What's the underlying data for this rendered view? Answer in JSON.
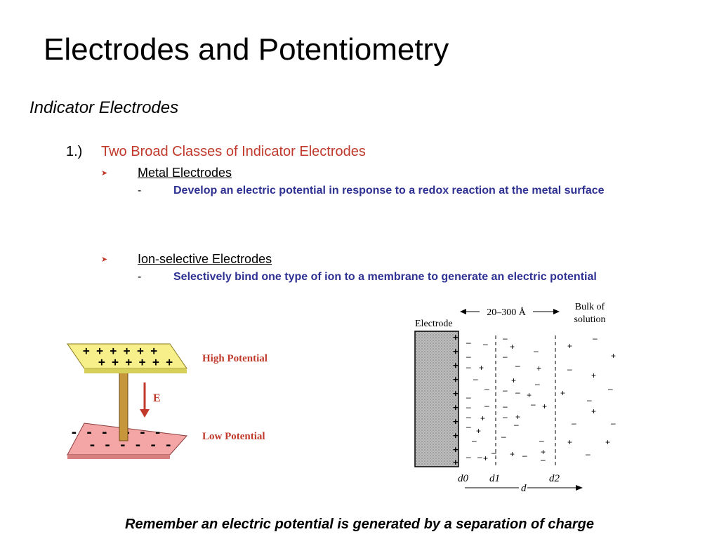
{
  "title": "Electrodes and Potentiometry",
  "subtitle": "Indicator Electrodes",
  "item": {
    "number": "1.)",
    "text": "Two Broad Classes of Indicator Electrodes",
    "bullets": [
      {
        "label": "Metal Electrodes",
        "dash": "-",
        "description": "Develop an electric potential in response to a redox reaction at the metal surface"
      },
      {
        "label": "Ion-selective Electrodes",
        "dash": "-",
        "description": "Selectively bind one type of ion to a membrane to generate an electric potential"
      }
    ]
  },
  "capacitor_figure": {
    "high_label": "High Potential",
    "low_label": "Low Potential",
    "field_label": "E",
    "top_plate_signs": "+ + + + + + + + + + + +",
    "bottom_plate_signs": "- - - - - - - - - - - -"
  },
  "double_layer_figure": {
    "electrode_label": "Electrode",
    "thickness_label": "20–300 Å",
    "bulk_label_line1": "Bulk of",
    "bulk_label_line2": "solution",
    "d0_label": "d0",
    "d1_label": "d1",
    "d2_label": "d2",
    "d_label": "d"
  },
  "footer": "Remember an electric potential is generated by a separation of charge",
  "colors": {
    "item_text": "#c0392b",
    "description": "#2e3192",
    "high_potential_plate": "#f7f08a",
    "low_potential_plate": "#f4a6a6",
    "label_red": "#c0392b",
    "rod": "#c8963a"
  }
}
